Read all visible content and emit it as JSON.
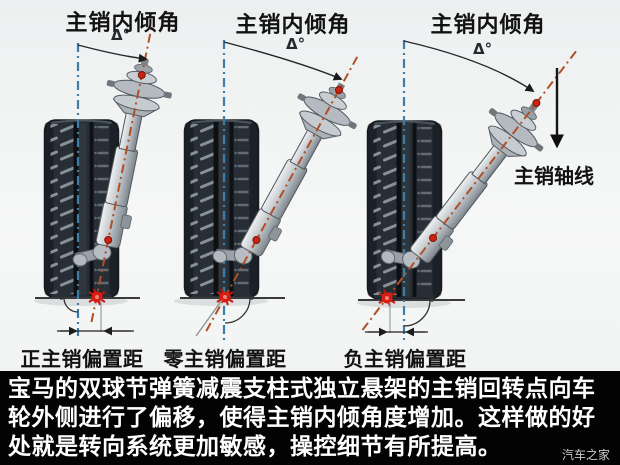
{
  "diagrams": [
    {
      "title": "主销内倾角",
      "angle_symbol": "Δ°",
      "offset_label": "正主销偏置距"
    },
    {
      "title": "主销内倾角",
      "angle_symbol": "Δ°",
      "offset_label": "零主销偏置距"
    },
    {
      "title": "主销内倾角",
      "angle_symbol": "Δ°",
      "offset_label": "负主销偏置距"
    }
  ],
  "axis_label": "主销轴线",
  "caption": "宝马的双球节弹簧减震支柱式独立悬架的主销回转点向车轮外侧进行了偏移，使得主销内倾角度增加。这样做的好处就是转向系统更加敏感，操控细节有所提高。",
  "watermark": "汽车之家",
  "colors": {
    "kingpin_axis": "#b04f26",
    "vertical_reference": "#3f7ca6",
    "contact_point": "#d61e14",
    "caption_bg": "#030303",
    "caption_fg": "#ffffff"
  }
}
